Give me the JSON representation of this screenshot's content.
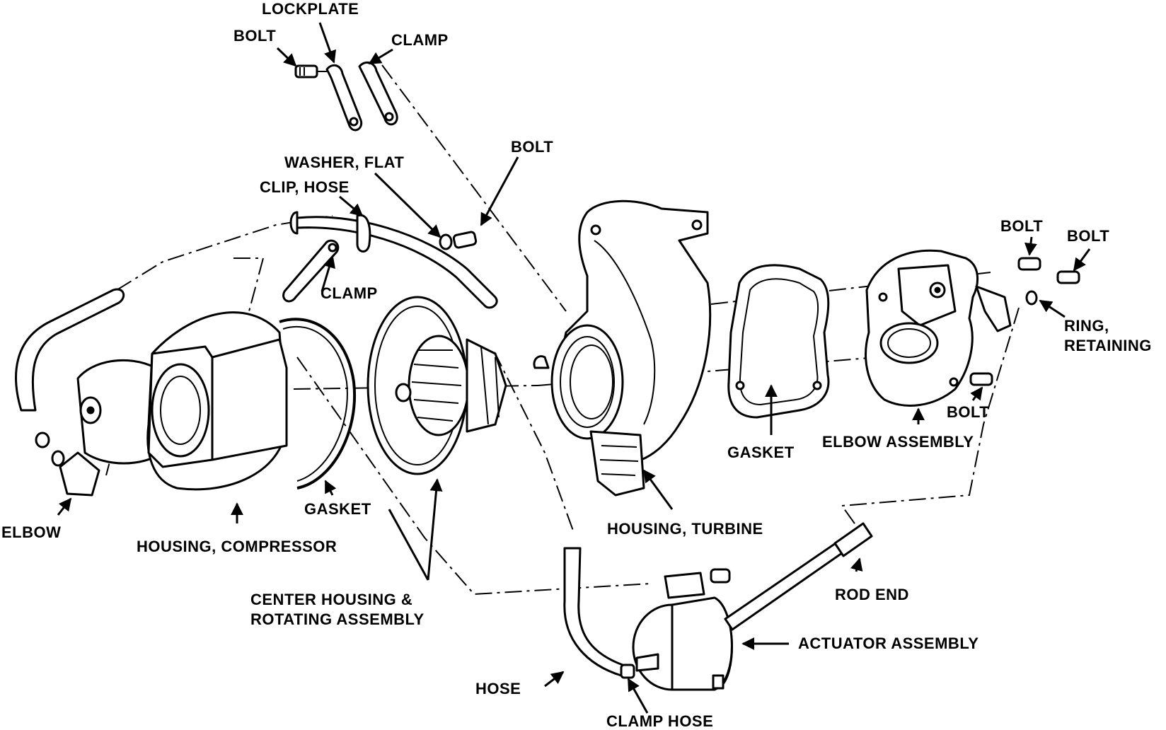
{
  "labels": {
    "lockplate": "LOCKPLATE",
    "bolt_top": "BOLT",
    "clamp_top": "CLAMP",
    "bolt_mid": "BOLT",
    "washer_flat": "WASHER, FLAT",
    "clip_hose": "CLIP, HOSE",
    "clamp_mid": "CLAMP",
    "bolt_right1": "BOLT",
    "bolt_right2": "BOLT",
    "ring_retaining_1": "RING,",
    "ring_retaining_2": "RETAINING",
    "bolt_lower_right": "BOLT",
    "gasket_right": "GASKET",
    "elbow_assembly": "ELBOW ASSEMBLY",
    "elbow": "ELBOW",
    "housing_compressor": "HOUSING, COMPRESSOR",
    "gasket_left": "GASKET",
    "housing_turbine": "HOUSING, TURBINE",
    "center_housing_1": "CENTER HOUSING &",
    "center_housing_2": "ROTATING ASSEMBLY",
    "rod_end": "ROD END",
    "actuator_assembly": "ACTUATOR ASSEMBLY",
    "hose": "HOSE",
    "clamp_hose": "CLAMP HOSE"
  }
}
